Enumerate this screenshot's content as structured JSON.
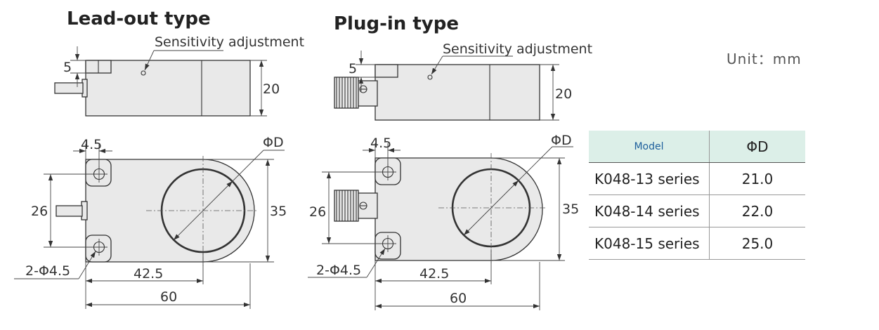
{
  "unit_label": "Unit：mm",
  "lead_out": {
    "title": "Lead-out type",
    "note": "Sensitivity adjustment",
    "dims": {
      "cap": "5",
      "height": "20",
      "hole_offset": "4.5",
      "hole_spacing": "26",
      "width": "35",
      "hole_to_center": "42.5",
      "length": "60",
      "holes": "2-Φ4.5",
      "diameter": "ΦD"
    }
  },
  "plug_in": {
    "title": "Plug-in type",
    "note": "Sensitivity adjustment",
    "dims": {
      "cap": "5",
      "height": "20",
      "hole_offset": "4.5",
      "hole_spacing": "26",
      "width": "35",
      "hole_to_center": "42.5",
      "length": "60",
      "holes": "2-Φ4.5",
      "diameter": "ΦD"
    }
  },
  "table": {
    "headers": [
      "Model",
      "ΦD"
    ],
    "rows": [
      [
        "K048-13 series",
        "21.0"
      ],
      [
        "K048-14 series",
        "22.0"
      ],
      [
        "K048-15 series",
        "25.0"
      ]
    ]
  },
  "colors": {
    "body_fill": "#e9e9e9",
    "header_fill": "#dcefe8",
    "model_header_text": "#1d5f9c"
  }
}
